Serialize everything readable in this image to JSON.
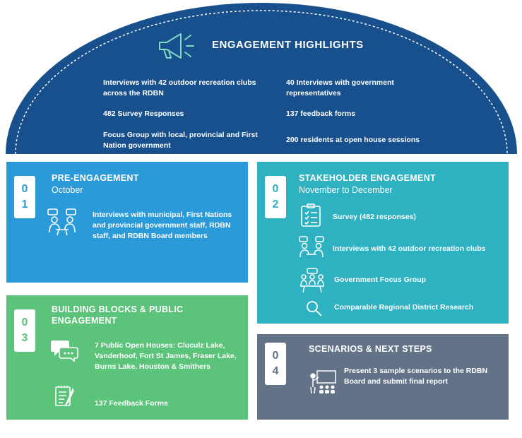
{
  "highlights": {
    "title": "ENGAGEMENT HIGHLIGHTS",
    "icon": "megaphone-icon",
    "left": [
      "Interviews with 42 outdoor recreation clubs across the RDBN",
      "482 Survey Responses",
      "Focus Group with local, provincial and First Nation government"
    ],
    "right": [
      "40 Interviews with government representatives",
      "137 feedback forms",
      "200 residents at open house sessions"
    ]
  },
  "phases": [
    {
      "num_top": "0",
      "num_bottom": "1",
      "title": "PRE-ENGAGEMENT",
      "subtitle": "October",
      "color": "#2b9ad8",
      "items": [
        {
          "icon": "meeting-icon",
          "text": "Interviews with municipal, First Nations and provincial government staff, RDBN staff, and RDBN Board members"
        }
      ]
    },
    {
      "num_top": "0",
      "num_bottom": "2",
      "title": "STAKEHOLDER ENGAGEMENT",
      "subtitle": "November to December",
      "color": "#2eb1c0",
      "items": [
        {
          "icon": "survey-icon",
          "text": "Survey (482 responses)"
        },
        {
          "icon": "interview-icon",
          "text": "Interviews with 42 outdoor recreation clubs"
        },
        {
          "icon": "group-icon",
          "text": "Government Focus Group"
        },
        {
          "icon": "search-icon",
          "text": "Comparable Regional District Research"
        }
      ]
    },
    {
      "num_top": "0",
      "num_bottom": "3",
      "title_line1": "BUILDING BLOCKS & PUBLIC",
      "title_line2": "ENGAGEMENT",
      "color": "#5bc37a",
      "items": [
        {
          "icon": "chat-icon",
          "text": "7 Public Open Houses: Cluculz Lake, Vanderhoof, Fort St James, Fraser Lake, Burns Lake, Houston & Smithers"
        },
        {
          "icon": "form-icon",
          "text": "137 Feedback Forms"
        }
      ]
    },
    {
      "num_top": "0",
      "num_bottom": "4",
      "title": "SCENARIOS & NEXT STEPS",
      "color": "#637287",
      "items": [
        {
          "icon": "presentation-icon",
          "text": "Present 3 sample scenarios to the RDBN Board and submit final report"
        }
      ]
    }
  ]
}
